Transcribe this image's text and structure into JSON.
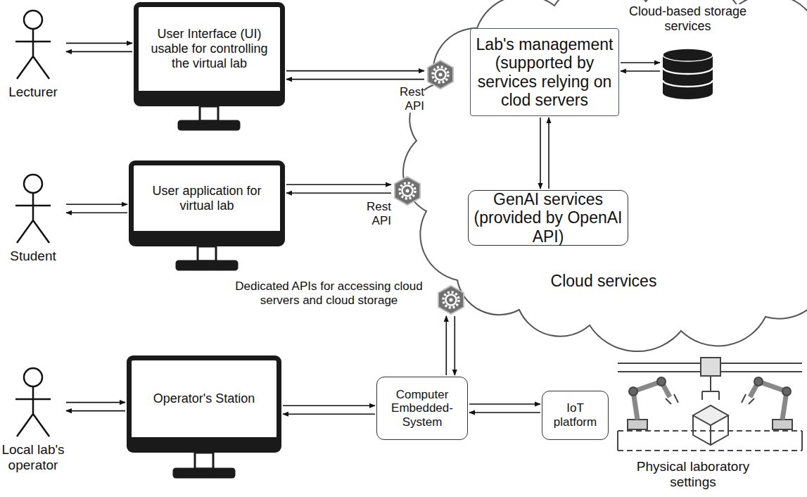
{
  "diagram": {
    "nodes": [
      {
        "text": [
          "Lecturer"
        ]
      },
      {
        "text": [
          "User Interface (UI) usable for controlling the virtual lab"
        ]
      },
      {
        "text": [
          "Rest API"
        ]
      },
      {
        "text": [
          "Cloud services"
        ]
      },
      {
        "text": [
          "Lab's management (supported by services relying on clod servers"
        ],
        "in": 3
      },
      {
        "text": [
          "Cloud-based storage services"
        ],
        "in": 3
      },
      {
        "text": [
          "GenAI services (provided by OpenAI API)"
        ],
        "in": 3
      },
      {
        "text": [
          "Student"
        ]
      },
      {
        "text": [
          "User application for virtual lab"
        ]
      },
      {
        "text": [
          "Rest API"
        ]
      },
      {
        "text": [
          "Dedicated APIs for accessing cloud servers and cloud storage"
        ]
      },
      {
        "text": [
          "Local lab's operator"
        ]
      },
      {
        "text": [
          "Operator's Station"
        ]
      },
      {
        "text": [
          "Computer Embedded-System"
        ]
      },
      {
        "text": [
          "IoT platform"
        ]
      }
    ],
    "edges": [
      {
        "from": 0,
        "to": 1,
        "arrow": "both"
      },
      {
        "from": 1,
        "to": 2,
        "arrow": "both"
      },
      {
        "from": 4,
        "to": 5,
        "arrow": "both"
      },
      {
        "from": 4,
        "to": 6,
        "arrow": "both"
      },
      {
        "from": 7,
        "to": 8,
        "arrow": "both"
      },
      {
        "from": 8,
        "to": 9,
        "arrow": "both"
      },
      {
        "from": 13,
        "to": 10,
        "arrow": "both"
      },
      {
        "from": 11,
        "to": 12,
        "arrow": "both"
      },
      {
        "from": 12,
        "to": 13,
        "arrow": "both"
      },
      {
        "from": 13,
        "to": 14,
        "arrow": "both"
      }
    ],
    "labels": [
      "Physical laboratory settings"
    ]
  }
}
